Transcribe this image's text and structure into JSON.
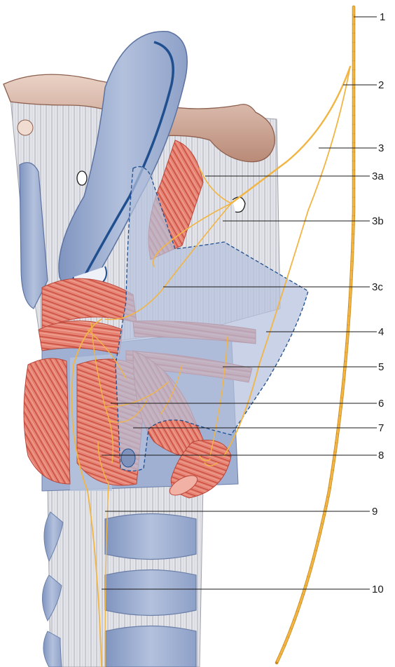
{
  "labels": [
    "1",
    "2",
    "3",
    "3a",
    "3b",
    "3c",
    "4",
    "5",
    "6",
    "7",
    "8",
    "9",
    "10"
  ],
  "colors": {
    "cartilage": "#a9b9d6",
    "cartilage_dark": "#7e93bd",
    "cartilage_rim": "#1f4f8f",
    "bone": "#c9a08f",
    "bone_dark": "#a97c6a",
    "muscle": "#e07a6c",
    "muscle_dark": "#c4483c",
    "ligament": "#d9dadf",
    "nerve": "#f2b544",
    "nerve_dark": "#c98a1e",
    "mucosa": "#c3cde4",
    "leader": "#1a1a1a"
  }
}
